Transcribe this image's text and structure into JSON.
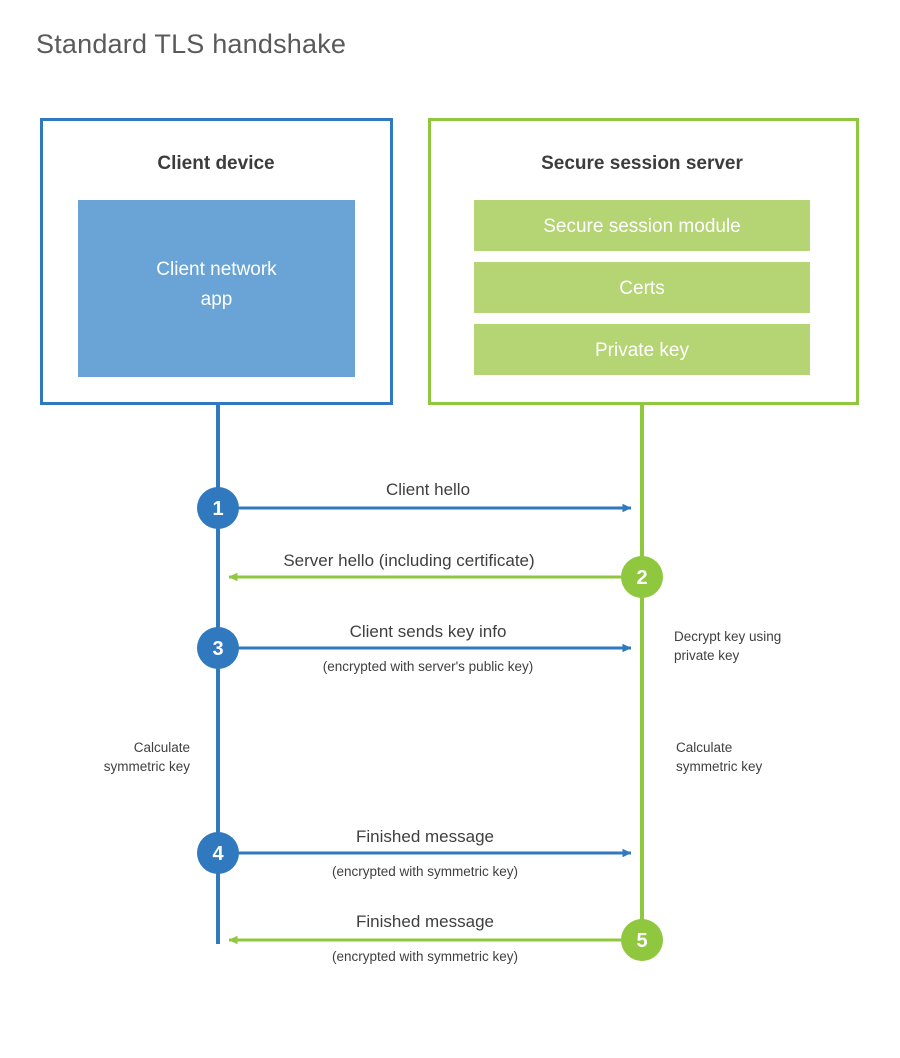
{
  "title": "Standard TLS handshake",
  "colors": {
    "blue_stroke": "#3079be",
    "blue_fill": "#6aa3d5",
    "green_stroke": "#8fc73e",
    "green_fill": "#b5d473",
    "text_dark": "#3c3c3c",
    "text_body": "#3f3f3f",
    "title_gray": "#5a5a5a",
    "white": "#ffffff"
  },
  "client": {
    "heading": "Client device",
    "inner_box_label_line1": "Client network",
    "inner_box_label_line2": "app"
  },
  "server": {
    "heading": "Secure session server",
    "components": [
      {
        "label": "Secure session module"
      },
      {
        "label": "Certs"
      },
      {
        "label": "Private key"
      }
    ]
  },
  "steps": [
    {
      "number": "1",
      "direction": "client-to-server",
      "marker_side": "client",
      "label": "Client hello",
      "sublabel": ""
    },
    {
      "number": "2",
      "direction": "server-to-client",
      "marker_side": "server",
      "label": "Server hello (including certificate)",
      "sublabel": ""
    },
    {
      "number": "3",
      "direction": "client-to-server",
      "marker_side": "client",
      "label": "Client sends key info",
      "sublabel": "(encrypted with server's public key)"
    },
    {
      "number": "4",
      "direction": "client-to-server",
      "marker_side": "client",
      "label": "Finished message",
      "sublabel": "(encrypted with symmetric key)"
    },
    {
      "number": "5",
      "direction": "server-to-client",
      "marker_side": "server",
      "label": "Finished message",
      "sublabel": "(encrypted with symmetric key)"
    }
  ],
  "annotations": {
    "server_decrypt_line1": "Decrypt key using",
    "server_decrypt_line2": "private key",
    "client_calc_line1": "Calculate",
    "client_calc_line2": "symmetric key",
    "server_calc_line1": "Calculate",
    "server_calc_line2": "symmetric key"
  }
}
